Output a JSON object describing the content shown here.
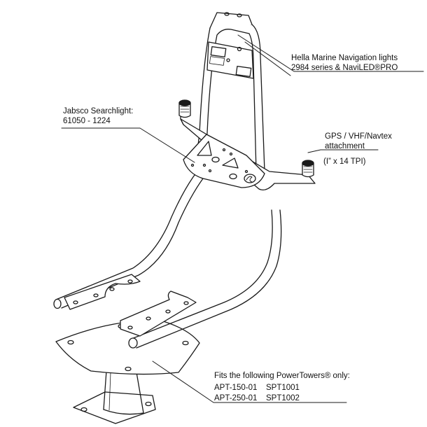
{
  "callouts": {
    "hella": {
      "line1": "Hella Marine Navigation lights",
      "line2": "2984 series & NaviLED®PRO"
    },
    "jabsco": {
      "line1": "Jabsco Searchlight:",
      "line2": "61050 - 1224"
    },
    "gps": {
      "line1": "GPS / VHF/Navtex",
      "line2": "attachment",
      "line3": "(I” x 14 TPI)"
    },
    "fits": {
      "heading": "Fits the following PowerTowers® only:",
      "models": [
        {
          "apt": "APT-150-01",
          "spt": "SPT1001"
        },
        {
          "apt": "APT-250-01",
          "spt": "SPT1002"
        }
      ]
    }
  },
  "colors": {
    "line": "#1a1a1a",
    "fill": "#ffffff"
  }
}
